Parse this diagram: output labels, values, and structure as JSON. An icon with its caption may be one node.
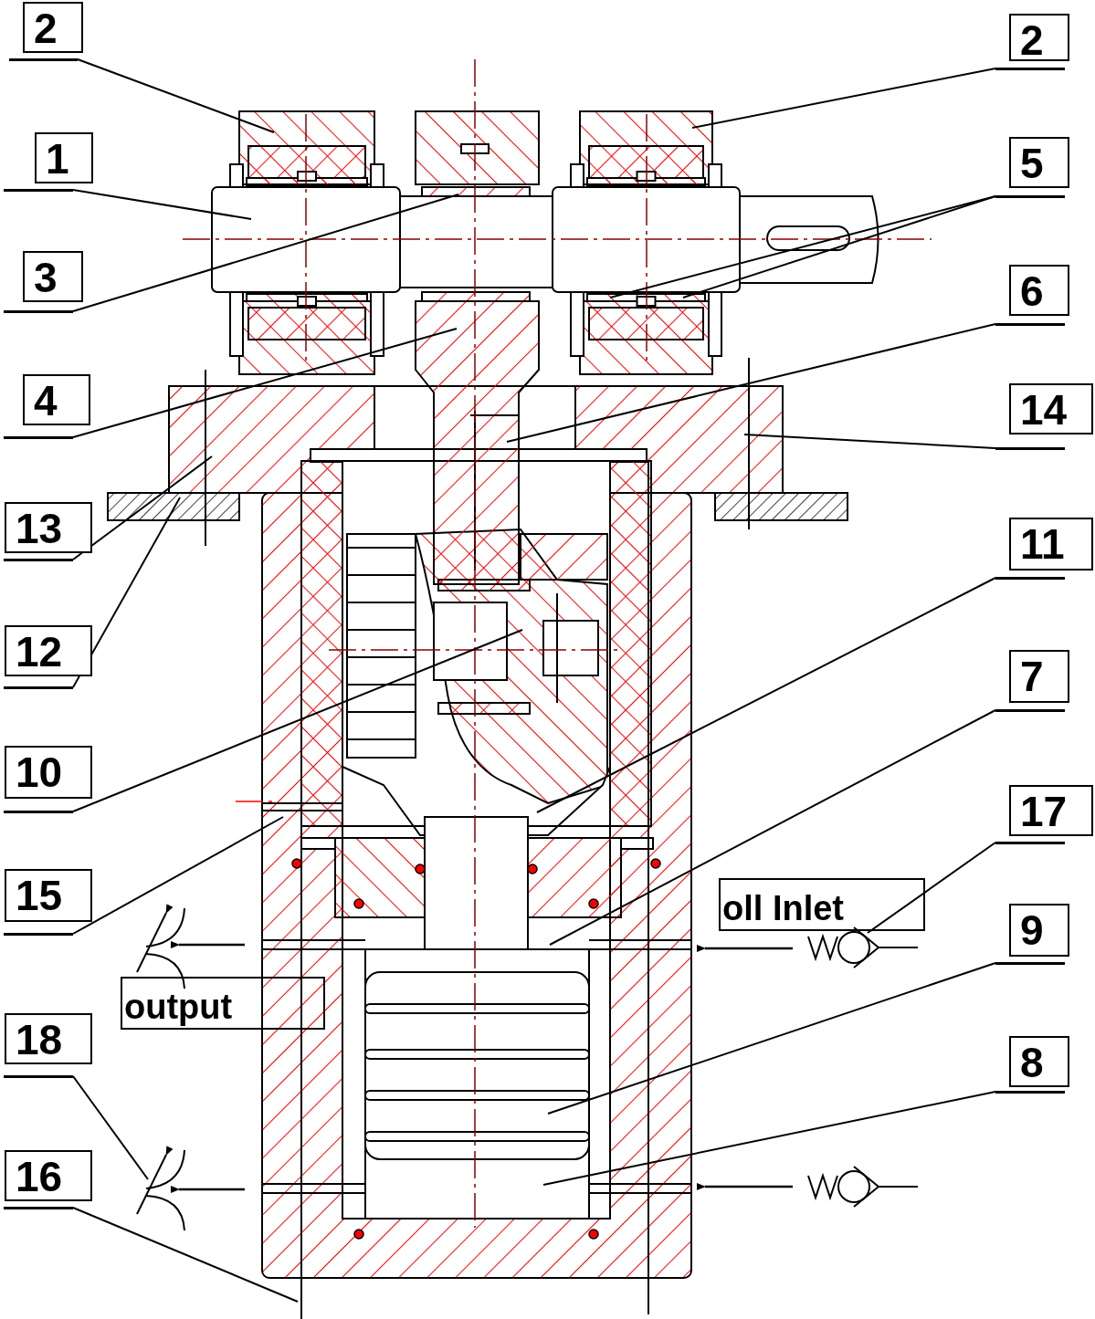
{
  "diagram": {
    "nodes": [
      {
        "text": [
          "2"
        ]
      },
      {
        "text": [
          "2"
        ]
      },
      {
        "text": [
          "1"
        ]
      },
      {
        "text": [
          "5"
        ]
      },
      {
        "text": [
          "3"
        ]
      },
      {
        "text": [
          "6"
        ]
      },
      {
        "text": [
          "4"
        ]
      },
      {
        "text": [
          "14"
        ]
      },
      {
        "text": [
          "13"
        ]
      },
      {
        "text": [
          "11"
        ]
      },
      {
        "text": [
          "12"
        ]
      },
      {
        "text": [
          "7"
        ]
      },
      {
        "text": [
          "10"
        ]
      },
      {
        "text": [
          "17"
        ]
      },
      {
        "text": [
          "15"
        ]
      },
      {
        "text": [
          "oll Inlet"
        ]
      },
      {
        "text": [
          "9"
        ]
      },
      {
        "text": [
          "output"
        ]
      },
      {
        "text": [
          "18"
        ]
      },
      {
        "text": [
          "8"
        ]
      },
      {
        "text": [
          "16"
        ]
      },
      {
        "text": [],
        "shape": "picture"
      }
    ],
    "edges": [
      {
        "from": 0,
        "to": null,
        "arrow": "none"
      },
      {
        "from": 1,
        "to": null,
        "arrow": "none"
      },
      {
        "from": 2,
        "to": null,
        "arrow": "none"
      },
      {
        "from": 3,
        "to": null,
        "arrow": "none"
      },
      {
        "from": 3,
        "to": null,
        "arrow": "none"
      },
      {
        "from": 4,
        "to": null,
        "arrow": "none"
      },
      {
        "from": 5,
        "to": null,
        "arrow": "none"
      },
      {
        "from": 6,
        "to": null,
        "arrow": "none"
      },
      {
        "from": 7,
        "to": null,
        "arrow": "none"
      },
      {
        "from": 8,
        "to": null,
        "arrow": "none"
      },
      {
        "from": 9,
        "to": null,
        "arrow": "none"
      },
      {
        "from": 10,
        "to": null,
        "arrow": "none"
      },
      {
        "from": 11,
        "to": null,
        "arrow": "none"
      },
      {
        "from": 12,
        "to": null,
        "arrow": "none"
      },
      {
        "from": 13,
        "to": 21,
        "arrow": "none"
      },
      {
        "from": 14,
        "to": null,
        "arrow": "none"
      },
      {
        "from": 16,
        "to": null,
        "arrow": "none"
      },
      {
        "from": 18,
        "to": null,
        "arrow": "none"
      },
      {
        "from": 19,
        "to": null,
        "arrow": "none"
      },
      {
        "from": 20,
        "to": null,
        "arrow": "none"
      }
    ]
  }
}
